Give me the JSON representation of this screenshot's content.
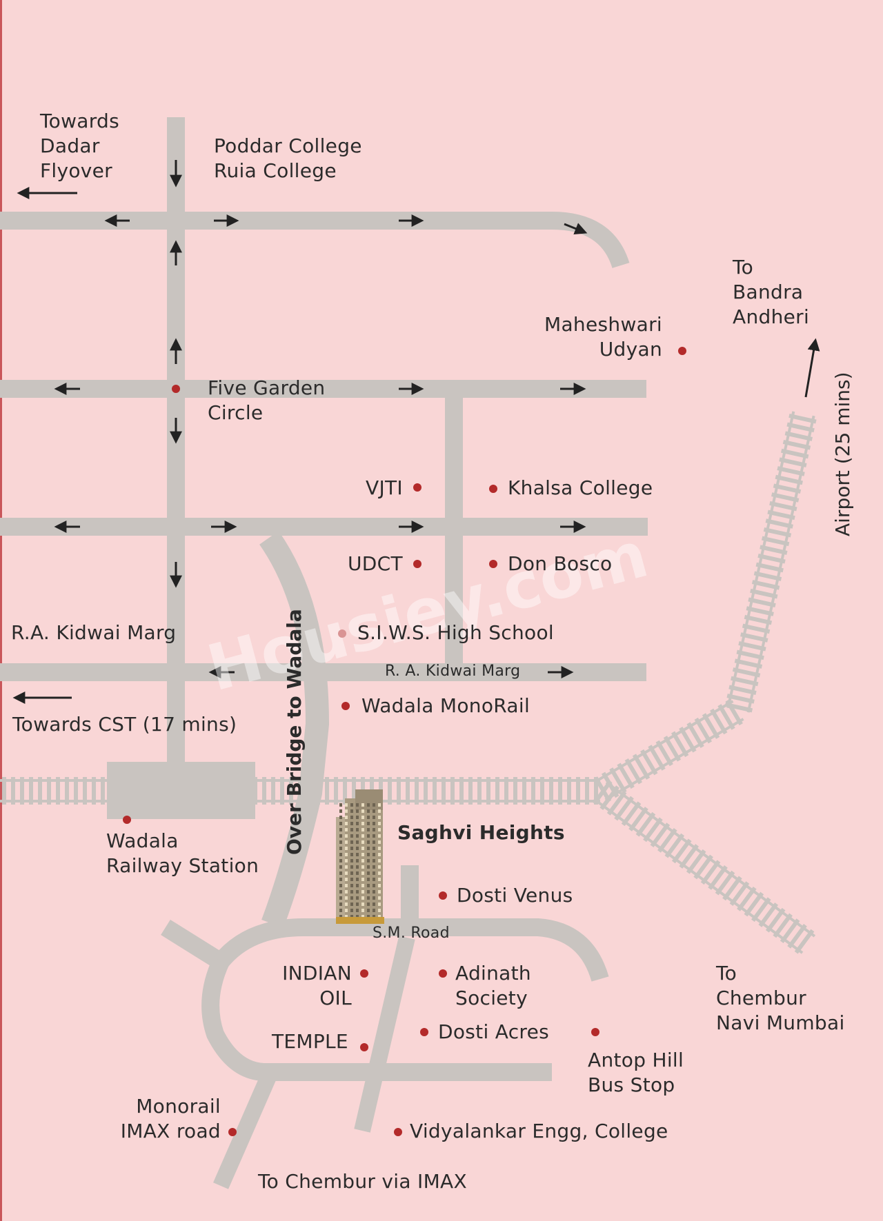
{
  "colors": {
    "background": "#f9d6d6",
    "road": "#c9c4c0",
    "rail": "#c9c4c0",
    "marker": "#b32a2a",
    "text": "#2b2b2b"
  },
  "labels": {
    "towards_dadar": "Towards\nDadar\nFlyover",
    "poddar": "Poddar College\nRuia College",
    "to_bandra": "To\nBandra\nAndheri",
    "maheshwari": "Maheshwari\nUdyan",
    "five_garden": "Five Garden\nCircle",
    "vjti": "VJTI",
    "khalsa": "Khalsa College",
    "udct": "UDCT",
    "don_bosco": "Don Bosco",
    "kidwai_left": "R.A. Kidwai Marg",
    "siws": "S.I.W.S. High School",
    "kidwai_road": "R. A. Kidwai Marg",
    "towards_cst": "Towards CST (17 mins)",
    "wadala_monorail": "Wadala MonoRail",
    "wadala_station": "Wadala\nRailway Station",
    "saghvi": "Saghvi Heights",
    "dosti_venus": "Dosti Venus",
    "sm_road": "S.M. Road",
    "indian_oil": "INDIAN\nOIL",
    "adinath": "Adinath\nSociety",
    "temple": "TEMPLE",
    "dosti_acres": "Dosti Acres",
    "antop": "Antop Hill\nBus Stop",
    "to_chembur": "To\nChembur\nNavi Mumbai",
    "monorail_imax": "Monorail\nIMAX road",
    "vidyalankar": "Vidyalankar Engg, College",
    "to_chembur_imax": "To Chembur via IMAX",
    "over_bridge": "Over Bridge to Wadala",
    "airport": "Airport (25 mins)"
  },
  "watermark": "Housiey.com",
  "icons": {
    "arrow": "arrow-icon",
    "marker": "location-dot-icon",
    "building": "building-icon"
  }
}
